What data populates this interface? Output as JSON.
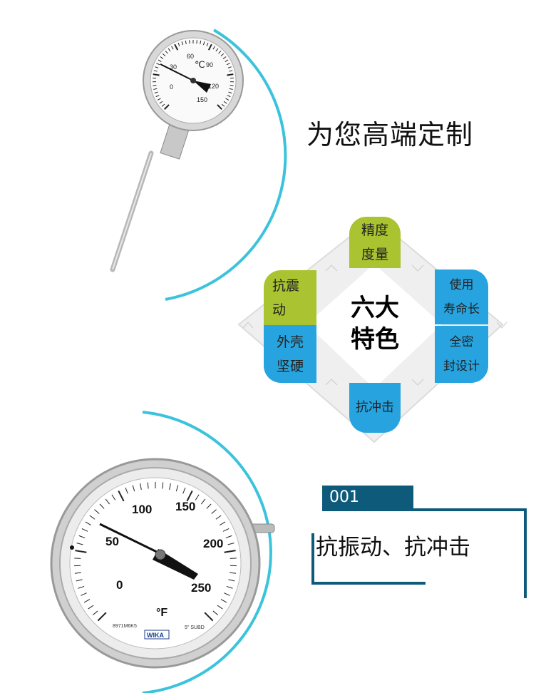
{
  "headline": "为您高端定制",
  "features_diagram": {
    "center_title_line1": "六大",
    "center_title_line2": "特色",
    "items": [
      {
        "line1": "精度",
        "line2": "度量",
        "color": "#a9c331"
      },
      {
        "line1": "抗震",
        "line2": "动",
        "color": "#a9c331"
      },
      {
        "line1": "外壳",
        "line2": "坚硬",
        "color": "#27a4df"
      },
      {
        "line1": "使用",
        "line2": "寿命长",
        "color": "#27a4df"
      },
      {
        "line1": "全密",
        "line2": "封设计",
        "color": "#27a4df"
      },
      {
        "line1": "抗冲击",
        "line2": "",
        "color": "#27a4df"
      }
    ]
  },
  "feature_block": {
    "number": "001",
    "text": "抗振动、抗冲击",
    "accent_color": "#0e5a7a"
  },
  "top_gauge": {
    "unit": "℃",
    "scale_labels": [
      "0",
      "30",
      "60",
      "90",
      "120",
      "150"
    ]
  },
  "bottom_gauge": {
    "unit": "°F",
    "scale_labels": [
      "0",
      "50",
      "100",
      "150",
      "200",
      "250"
    ],
    "brand": "WIKA",
    "model": "8971M6K5",
    "size": "5\" SUBD"
  },
  "arc_color": "#3cc3dc"
}
